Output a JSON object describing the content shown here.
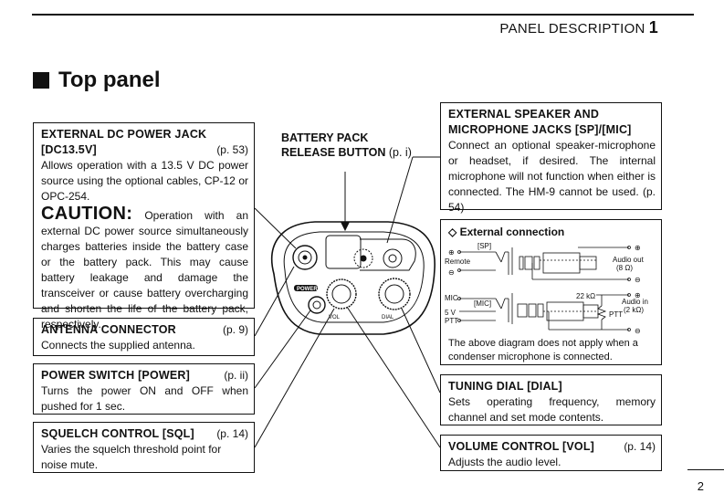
{
  "header": {
    "title": "PANEL DESCRIPTION",
    "chapter": "1"
  },
  "section_title": "Top panel",
  "dc_jack": {
    "title": "EXTERNAL DC POWER JACK",
    "sub": "[DC13.5V]",
    "page": "(p. 53)",
    "body": "Allows operation with a 13.5 V DC power source using the optional cables, CP-12 or OPC-254.",
    "caution_head": "CAUTION:",
    "caution_body": "Operation with an external DC power source simultaneously charges batteries inside the battery case or the battery pack.  This may cause battery leakage and damage the transceiver or cause battery overcharging and shorten the life of the battery pack, respectively."
  },
  "battery_release": {
    "line1": "BATTERY PACK",
    "line2": "RELEASE BUTTON",
    "page": "(p. i)"
  },
  "antenna": {
    "title": "ANTENNA CONNECTOR",
    "page": "(p. 9)",
    "body": "Connects the supplied antenna."
  },
  "power": {
    "title": "POWER SWITCH [POWER]",
    "page": "(p. ii)",
    "body": "Turns the power ON and OFF when pushed for 1 sec."
  },
  "squelch": {
    "title": "SQUELCH CONTROL [SQL]",
    "page": "(p. 14)",
    "body": "Varies the squelch threshold point for noise mute."
  },
  "ext_speaker": {
    "title1": "EXTERNAL SPEAKER AND",
    "title2": "MICROPHONE JACKS [SP]/[MIC]",
    "body": "Connect an optional speaker-microphone or headset, if desired.  The internal microphone will not function when either is connected.  The HM-9 cannot be used.",
    "page": "(p. 54)"
  },
  "ext_conn": {
    "title": "◇ External connection",
    "plus1": "⊕",
    "minus1": "⊖",
    "remote": "Remote",
    "sp": "[SP]",
    "audio_out": "Audio out",
    "audio_out_ohm": "(8 Ω)",
    "plus2": "⊕",
    "minus2": "⊖",
    "mic_label": "MIC",
    "mic": "[MIC]",
    "v5": "5 V",
    "ptt": "PTT",
    "r22k": "22 kΩ",
    "ptt2": "PTT",
    "audio_in": "Audio in",
    "audio_in_ohm": "(2 kΩ)",
    "plus3": "⊕",
    "minus3": "⊖",
    "note": "The above diagram does not apply when a condenser microphone is connected."
  },
  "panel_labels": {
    "power": "POWER",
    "vol": "VOL",
    "dial": "DIAL"
  },
  "tuning": {
    "title": "TUNING DIAL [DIAL]",
    "body": "Sets operating frequency, memory channel and set mode contents."
  },
  "volume": {
    "title": "VOLUME CONTROL [VOL]",
    "page": "(p. 14)",
    "body": "Adjusts the audio level."
  },
  "page_number": "2"
}
